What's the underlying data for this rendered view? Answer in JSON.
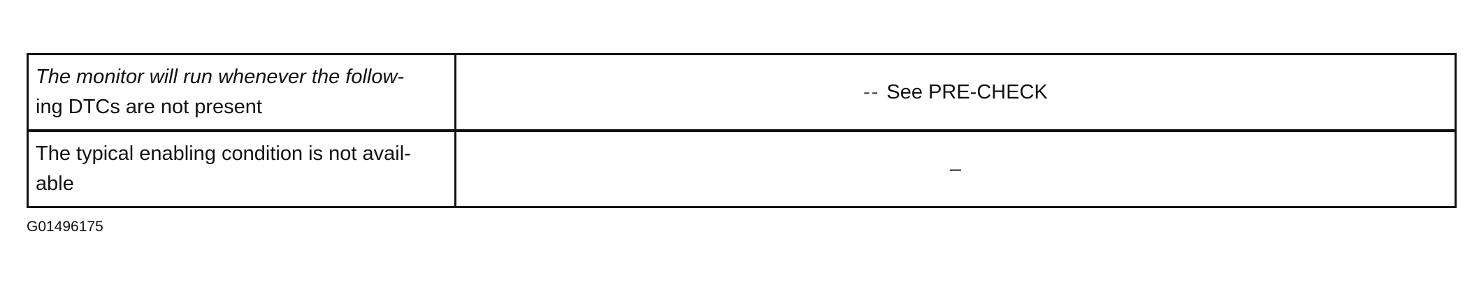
{
  "table": {
    "rows": [
      {
        "condition_line1": "The monitor will run whenever the follow-",
        "condition_line2_start": "ing",
        "condition_line2_rest": "DTCs are not present",
        "value_prefix": "--",
        "value": "See PRE-CHECK"
      },
      {
        "condition_line1": "The typical enabling condition is not avail-",
        "condition_line2": "able",
        "value": "–"
      }
    ]
  },
  "figure_id": "G01496175"
}
